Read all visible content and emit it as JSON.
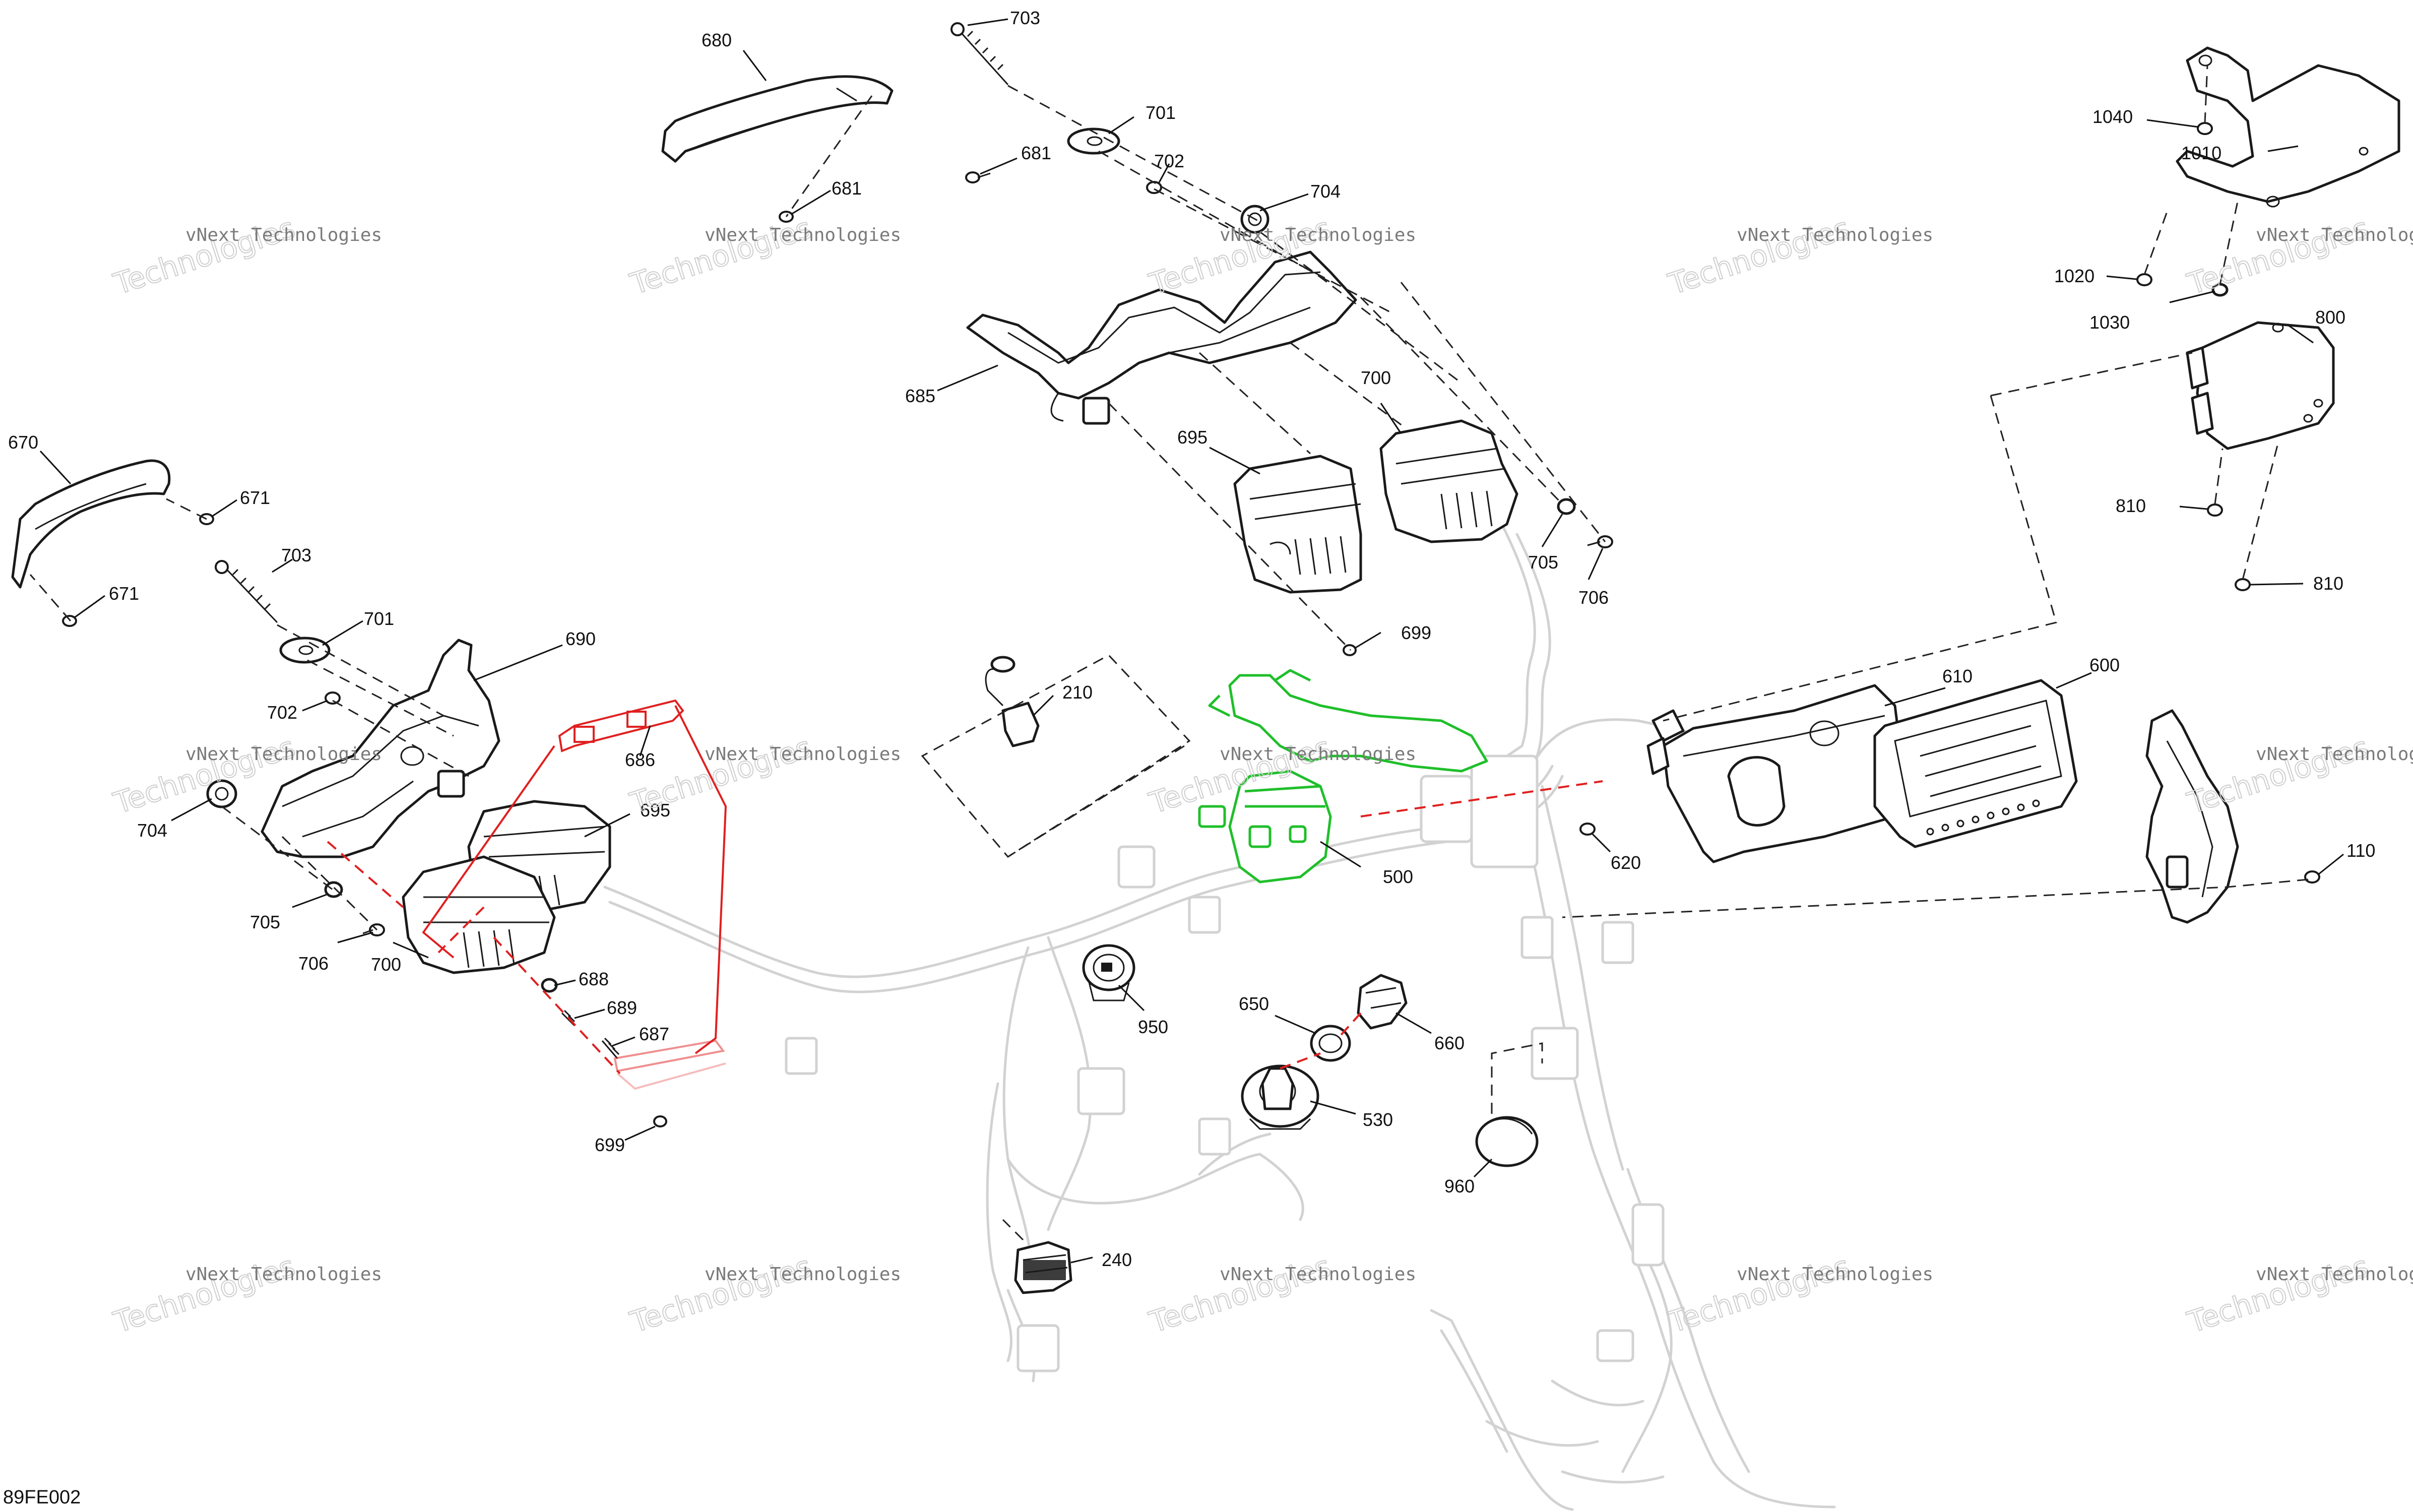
{
  "figure_code": "89FE002",
  "watermark": {
    "line1": "vNext Technologies",
    "line2": "Technologies"
  },
  "callouts": [
    "680",
    "703",
    "701",
    "681",
    "702",
    "681",
    "704",
    "685",
    "700",
    "695",
    "705",
    "706",
    "699",
    "670",
    "671",
    "703",
    "671",
    "701",
    "702",
    "690",
    "704",
    "686",
    "695",
    "705",
    "706",
    "700",
    "688",
    "689",
    "687",
    "699",
    "210",
    "500",
    "950",
    "650",
    "660",
    "530",
    "240",
    "960",
    "1040",
    "1010",
    "1020",
    "1030",
    "800",
    "810",
    "810",
    "610",
    "600",
    "620",
    "110"
  ],
  "colors": {
    "highlight_red": "#e02020",
    "highlight_green": "#1fbf2a",
    "ghost_gray": "#d2d2d2",
    "ink": "#1a1a1a"
  }
}
